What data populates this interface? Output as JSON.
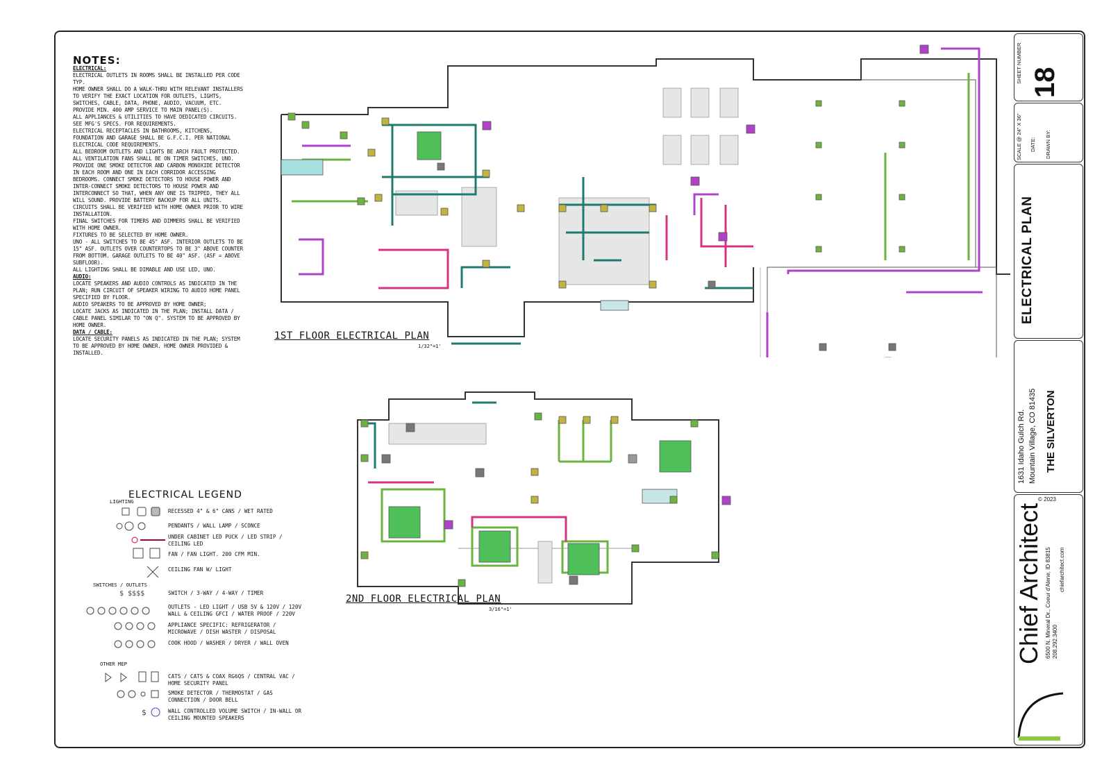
{
  "notes": {
    "title": "NOTES:",
    "sections": [
      {
        "heading": "ELECTRICAL:",
        "lines": [
          "ELECTRICAL OUTLETS IN ROOMS SHALL BE INSTALLED PER CODE TYP.",
          "HOME OWNER SHALL DO A WALK-THRU WITH RELEVANT INSTALLERS TO VERIFY THE EXACT LOCATION FOR OUTLETS, LIGHTS, SWITCHES, CABLE, DATA, PHONE, AUDIO, VACUUM, ETC.",
          "PROVIDE MIN. 400 AMP SERVICE TO MAIN PANEL(S).",
          "ALL APPLIANCES & UTILITIES TO HAVE DEDICATED CIRCUITS. SEE MFG'S SPECS. FOR REQUIREMENTS.",
          "ELECTRICAL RECEPTACLES IN BATHROOMS, KITCHENS, FOUNDATION AND GARAGE SHALL BE G.F.C.I. PER NATIONAL ELECTRICAL CODE REQUIREMENTS.",
          "ALL BEDROOM OUTLETS AND LIGHTS BE ARCH FAULT PROTECTED.",
          "ALL VENTILATION FANS SHALL BE ON TIMER SWITCHES, UNO.",
          "PROVIDE ONE SMOKE DETECTOR AND CARBON MONOXIDE DETECTOR IN EACH ROOM AND ONE IN EACH CORRIDOR ACCESSING BEDROOMS. CONNECT SMOKE DETECTORS TO HOUSE POWER AND INTER-CONNECT SMOKE DETECTORS TO HOUSE POWER AND INTERCONNECT SO THAT, WHEN ANY ONE IS TRIPPED, THEY ALL WILL SOUND. PROVIDE BATTERY BACKUP FOR ALL UNITS.",
          "CIRCUITS SHALL BE VERIFIED WITH HOME OWNER PRIOR TO WIRE INSTALLATION.",
          "FINAL SWITCHES FOR TIMERS AND DIMMERS SHALL BE VERIFIED WITH HOME OWNER.",
          "FIXTURES TO BE SELECTED BY HOME OWNER.",
          "UNO - ALL SWITCHES TO BE 45\" ASF. INTERIOR OUTLETS TO BE 15\" ASF. OUTLETS OVER COUNTERTOPS TO BE 3\" ABOVE COUNTER FROM BOTTOM. GARAGE OUTLETS TO BE 40\" ASF. (ASF = ABOVE SUBFLOOR).",
          "ALL LIGHTING SHALL BE DIMABLE AND USE LED, UNO."
        ]
      },
      {
        "heading": "AUDIO:",
        "lines": [
          "LOCATE SPEAKERS AND AUDIO CONTROLS AS INDICATED IN THE PLAN; RUN CIRCUIT OF SPEAKER WIRING TO AUDIO HOME PANEL SPECIFIED BY FLOOR.",
          "AUDIO SPEAKERS TO BE APPROVED BY HOME OWNER;",
          "LOCATE JACKS AS INDICATED IN THE PLAN; INSTALL DATA / CABLE PANEL SIMILAR TO \"ON Q\". SYSTEM TO BE APPROVED BY HOME OWNER."
        ]
      },
      {
        "heading": "DATA / CABLE:",
        "lines": [
          "LOCATE SECURITY PANELS AS INDICATED IN THE PLAN; SYSTEM TO BE APPROVED BY HOME OWNER. HOME OWNER PROVIDED & INSTALLED."
        ]
      }
    ]
  },
  "legend": {
    "title": "ELECTRICAL LEGEND",
    "cat_lighting": "LIGHTING",
    "cat_switches": "SWITCHES / OUTLETS",
    "cat_other": "OTHER MEP",
    "rows": [
      "RECESSED 4\" & 6\" CANS / WET RATED",
      "PENDANTS / WALL LAMP / SCONCE",
      "UNDER CABINET LED PUCK / LED STRIP / CEILING LED",
      "FAN / FAN LIGHT. 200 CFM MIN.",
      "CEILING FAN W/ LIGHT",
      "SWITCH / 3-WAY / 4-WAY / TIMER",
      "OUTLETS - LED LIGHT / USB 5V & 120V / 120V WALL & CEILING GFCI / WATER PROOF / 220V",
      "APPLIANCE SPECIFIC: REFRIGERATOR / MICROWAVE / DISH WASTER / DISPOSAL",
      "COOK HOOD / WASHER / DRYER / WALL OVEN",
      "CATS / CATS & COAX RG6QS / CENTRAL VAC / HOME SECURITY PANEL",
      "SMOKE DETECTOR / THERMOSTAT / GAS CONNECTION / DOOR BELL",
      "WALL CONTROLLED VOLUME SWITCH / IN-WALL OR CEILING MOUNTED SPEAKERS"
    ]
  },
  "plans": {
    "first": {
      "label": "1ST FLOOR ELECTRICAL PLAN",
      "scale": "1/32\"=1'"
    },
    "second": {
      "label": "2ND FLOOR ELECTRICAL PLAN",
      "scale": "3/16\"=1'"
    }
  },
  "title_block": {
    "sheet_number_label": "SHEET NUMBER",
    "sheet_number": "18",
    "scale": "SCALE @ 24\" X 36\"",
    "date_label": "DATE:",
    "drawn_by_label": "DRAWN BY:",
    "sheet_title": "ELECTRICAL PLAN",
    "project_name": "THE SILVERTON",
    "address_line1": "1631 Idaho Gulch Rd.",
    "address_line2": "Mountain Village, CO 81435",
    "copyright": "© 2023",
    "company": "Chief Architect",
    "company_address": "6500 N. Mineral Dr., Coeur d'Alene, ID 83815",
    "company_phone": "208.292.3400",
    "company_web": "chiefarchitect.com"
  },
  "colors": {
    "circuit_green": "#6db33f",
    "circuit_teal": "#1f7a6e",
    "circuit_magenta": "#d63384",
    "circuit_purple": "#b042c8",
    "fixture_olive": "#b9b23a",
    "brand_green": "#8dc63f"
  }
}
